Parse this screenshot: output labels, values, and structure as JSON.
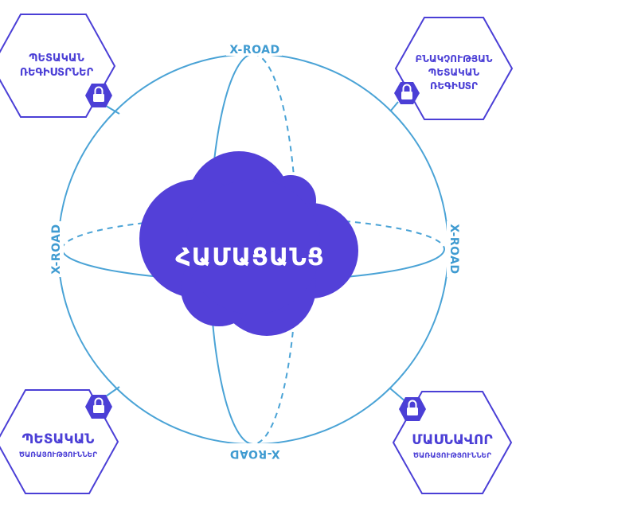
{
  "colors": {
    "ring": "#4aa3d6",
    "road_label": "#3f9bd1",
    "accent": "#4b3fd6",
    "cloud": "#5340d8"
  },
  "center": {
    "label": "ՀԱՄԱՑԱՆՑ"
  },
  "road_labels": {
    "top": "X-ROAD",
    "bottom": "X-ROAD",
    "left": "X-ROAD",
    "right": "X-ROAD"
  },
  "nodes": {
    "top_left": {
      "line1": "ՊԵՏԱԿԱՆ",
      "line2": "ՌԵԳԻՍՏՐՆԵՐ",
      "icon": "lock-icon"
    },
    "top_right": {
      "line1": "ԲՆԱԿՉՈՒԹՅԱՆ",
      "line2": "ՊԵՏԱԿԱՆ",
      "line3": "ՌԵԳԻՍՏՐ",
      "icon": "lock-icon"
    },
    "bottom_left": {
      "title": "ՊԵՏԱԿԱՆ",
      "subtitle": "ԾԱՌԱՅՈՒԹՅՈՒՆՆԵՐ",
      "icon": "lock-icon"
    },
    "bottom_right": {
      "title": "ՄԱՍՆԱՎՈՐ",
      "subtitle": "ԾԱՌԱՅՈՒԹՅՈՒՆՆԵՐ",
      "icon": "lock-icon"
    }
  }
}
